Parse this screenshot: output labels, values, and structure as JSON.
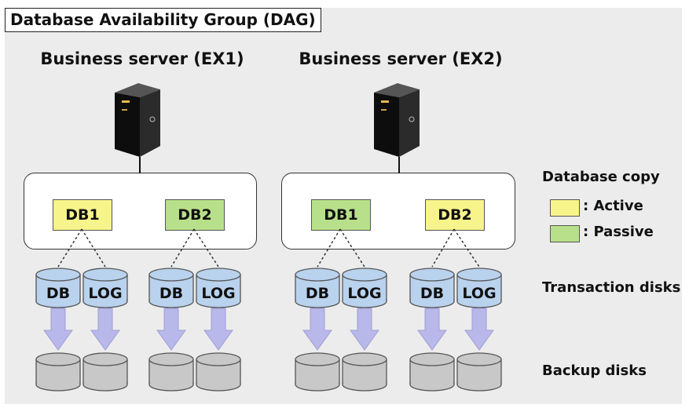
{
  "title": "Database Availability Group (DAG)",
  "servers": [
    {
      "label": "Business server (EX1)",
      "dbs": [
        {
          "name": "DB1",
          "state": "active"
        },
        {
          "name": "DB2",
          "state": "passive"
        }
      ]
    },
    {
      "label": "Business server (EX2)",
      "dbs": [
        {
          "name": "DB1",
          "state": "passive"
        },
        {
          "name": "DB2",
          "state": "active"
        }
      ]
    }
  ],
  "legend": {
    "title": "Database copy",
    "active_label": ": Active",
    "passive_label": ": Passive"
  },
  "disks": {
    "transaction_label": "Transaction disks",
    "backup_label": "Backup disks",
    "db_label": "DB",
    "log_label": "LOG"
  },
  "colors": {
    "active": "#f7f48c",
    "passive": "#b8e08a",
    "transaction_disk": "#b9d2ee",
    "backup_disk": "#c8c8c8",
    "arrow": "#b9b8ea",
    "server": "#111111"
  }
}
